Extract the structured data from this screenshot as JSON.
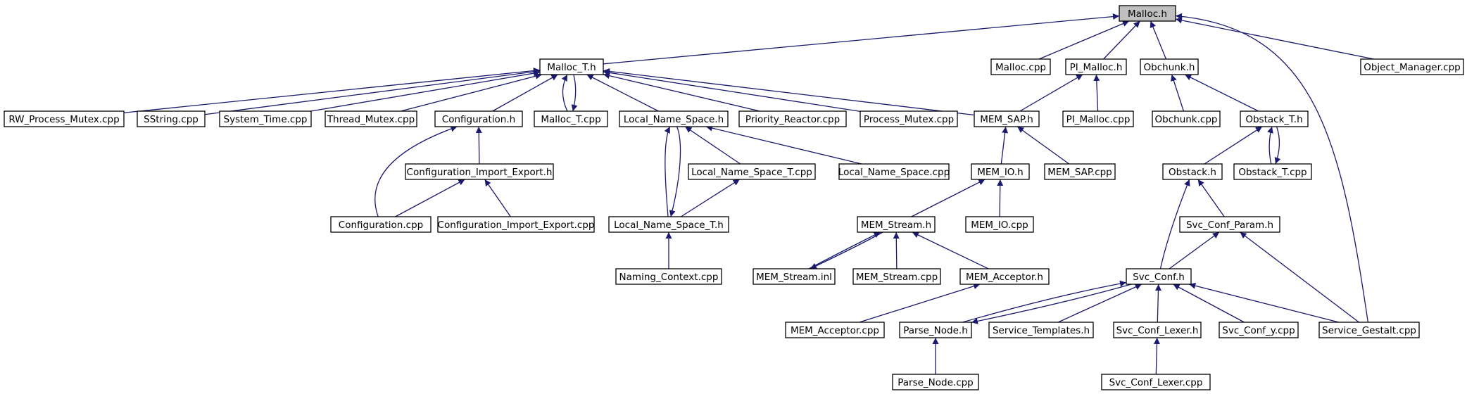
{
  "graph": {
    "edge_color": "#191970",
    "root_fill": "#bfbfbf",
    "nodes": [
      {
        "id": "malloc_h",
        "label": "Malloc.h",
        "root": true
      },
      {
        "id": "malloc_t_h",
        "label": "Malloc_T.h"
      },
      {
        "id": "malloc_cpp",
        "label": "Malloc.cpp"
      },
      {
        "id": "pi_malloc_h",
        "label": "PI_Malloc.h"
      },
      {
        "id": "obchunk_h",
        "label": "Obchunk.h"
      },
      {
        "id": "object_manager_cpp",
        "label": "Object_Manager.cpp"
      },
      {
        "id": "rw_process_mutex_cpp",
        "label": "RW_Process_Mutex.cpp"
      },
      {
        "id": "sstring_cpp",
        "label": "SString.cpp"
      },
      {
        "id": "system_time_cpp",
        "label": "System_Time.cpp"
      },
      {
        "id": "thread_mutex_cpp",
        "label": "Thread_Mutex.cpp"
      },
      {
        "id": "configuration_h",
        "label": "Configuration.h"
      },
      {
        "id": "malloc_t_cpp",
        "label": "Malloc_T.cpp"
      },
      {
        "id": "local_name_space_h",
        "label": "Local_Name_Space.h"
      },
      {
        "id": "priority_reactor_cpp",
        "label": "Priority_Reactor.cpp"
      },
      {
        "id": "process_mutex_cpp",
        "label": "Process_Mutex.cpp"
      },
      {
        "id": "mem_sap_h",
        "label": "MEM_SAP.h"
      },
      {
        "id": "pi_malloc_cpp",
        "label": "PI_Malloc.cpp"
      },
      {
        "id": "obchunk_cpp",
        "label": "Obchunk.cpp"
      },
      {
        "id": "obstack_t_h",
        "label": "Obstack_T.h"
      },
      {
        "id": "configuration_import_export_h",
        "label": "Configuration_Import_Export.h"
      },
      {
        "id": "local_name_space_t_cpp",
        "label": "Local_Name_Space_T.cpp"
      },
      {
        "id": "local_name_space_cpp",
        "label": "Local_Name_Space.cpp"
      },
      {
        "id": "mem_io_h",
        "label": "MEM_IO.h"
      },
      {
        "id": "mem_sap_cpp",
        "label": "MEM_SAP.cpp"
      },
      {
        "id": "obstack_h",
        "label": "Obstack.h"
      },
      {
        "id": "obstack_t_cpp",
        "label": "Obstack_T.cpp"
      },
      {
        "id": "configuration_cpp",
        "label": "Configuration.cpp"
      },
      {
        "id": "configuration_import_export_cpp",
        "label": "Configuration_Import_Export.cpp"
      },
      {
        "id": "local_name_space_t_h",
        "label": "Local_Name_Space_T.h"
      },
      {
        "id": "mem_stream_h",
        "label": "MEM_Stream.h"
      },
      {
        "id": "mem_io_cpp",
        "label": "MEM_IO.cpp"
      },
      {
        "id": "svc_conf_param_h",
        "label": "Svc_Conf_Param.h"
      },
      {
        "id": "naming_context_cpp",
        "label": "Naming_Context.cpp"
      },
      {
        "id": "mem_stream_inl",
        "label": "MEM_Stream.inl"
      },
      {
        "id": "mem_stream_cpp",
        "label": "MEM_Stream.cpp"
      },
      {
        "id": "mem_acceptor_h",
        "label": "MEM_Acceptor.h"
      },
      {
        "id": "svc_conf_h",
        "label": "Svc_Conf.h"
      },
      {
        "id": "mem_acceptor_cpp",
        "label": "MEM_Acceptor.cpp"
      },
      {
        "id": "parse_node_h",
        "label": "Parse_Node.h"
      },
      {
        "id": "service_templates_h",
        "label": "Service_Templates.h"
      },
      {
        "id": "svc_conf_lexer_h",
        "label": "Svc_Conf_Lexer.h"
      },
      {
        "id": "svc_conf_y_cpp",
        "label": "Svc_Conf_y.cpp"
      },
      {
        "id": "service_gestalt_cpp",
        "label": "Service_Gestalt.cpp"
      },
      {
        "id": "parse_node_cpp",
        "label": "Parse_Node.cpp"
      },
      {
        "id": "svc_conf_lexer_cpp",
        "label": "Svc_Conf_Lexer.cpp"
      }
    ],
    "edges": [
      {
        "from": "malloc_t_h",
        "to": "malloc_h"
      },
      {
        "from": "malloc_cpp",
        "to": "malloc_h"
      },
      {
        "from": "pi_malloc_h",
        "to": "malloc_h"
      },
      {
        "from": "obchunk_h",
        "to": "malloc_h"
      },
      {
        "from": "object_manager_cpp",
        "to": "malloc_h"
      },
      {
        "from": "service_gestalt_cpp",
        "to": "malloc_h"
      },
      {
        "from": "rw_process_mutex_cpp",
        "to": "malloc_t_h"
      },
      {
        "from": "sstring_cpp",
        "to": "malloc_t_h"
      },
      {
        "from": "system_time_cpp",
        "to": "malloc_t_h"
      },
      {
        "from": "thread_mutex_cpp",
        "to": "malloc_t_h"
      },
      {
        "from": "configuration_h",
        "to": "malloc_t_h"
      },
      {
        "from": "malloc_t_cpp",
        "to": "malloc_t_h"
      },
      {
        "from": "malloc_t_h",
        "to": "malloc_t_cpp"
      },
      {
        "from": "local_name_space_h",
        "to": "malloc_t_h"
      },
      {
        "from": "priority_reactor_cpp",
        "to": "malloc_t_h"
      },
      {
        "from": "process_mutex_cpp",
        "to": "malloc_t_h"
      },
      {
        "from": "mem_sap_h",
        "to": "malloc_t_h"
      },
      {
        "from": "mem_sap_h",
        "to": "pi_malloc_h"
      },
      {
        "from": "pi_malloc_cpp",
        "to": "pi_malloc_h"
      },
      {
        "from": "obchunk_cpp",
        "to": "obchunk_h"
      },
      {
        "from": "obstack_t_h",
        "to": "obchunk_h"
      },
      {
        "from": "configuration_cpp",
        "to": "configuration_h"
      },
      {
        "from": "configuration_import_export_h",
        "to": "configuration_h"
      },
      {
        "from": "configuration_cpp",
        "to": "configuration_import_export_h"
      },
      {
        "from": "configuration_import_export_cpp",
        "to": "configuration_import_export_h"
      },
      {
        "from": "local_name_space_t_h",
        "to": "local_name_space_h"
      },
      {
        "from": "local_name_space_h",
        "to": "local_name_space_t_h"
      },
      {
        "from": "local_name_space_t_cpp",
        "to": "local_name_space_h"
      },
      {
        "from": "local_name_space_cpp",
        "to": "local_name_space_h"
      },
      {
        "from": "local_name_space_t_h",
        "to": "local_name_space_t_cpp"
      },
      {
        "from": "naming_context_cpp",
        "to": "local_name_space_t_h"
      },
      {
        "from": "mem_io_h",
        "to": "mem_sap_h"
      },
      {
        "from": "mem_sap_cpp",
        "to": "mem_sap_h"
      },
      {
        "from": "mem_stream_h",
        "to": "mem_io_h"
      },
      {
        "from": "mem_io_cpp",
        "to": "mem_io_h"
      },
      {
        "from": "mem_stream_inl",
        "to": "mem_stream_h"
      },
      {
        "from": "mem_stream_h",
        "to": "mem_stream_inl"
      },
      {
        "from": "mem_stream_cpp",
        "to": "mem_stream_h"
      },
      {
        "from": "mem_acceptor_h",
        "to": "mem_stream_h"
      },
      {
        "from": "mem_acceptor_cpp",
        "to": "mem_acceptor_h"
      },
      {
        "from": "obstack_h",
        "to": "obstack_t_h"
      },
      {
        "from": "obstack_t_cpp",
        "to": "obstack_t_h"
      },
      {
        "from": "obstack_t_h",
        "to": "obstack_t_cpp"
      },
      {
        "from": "svc_conf_param_h",
        "to": "obstack_h"
      },
      {
        "from": "svc_conf_h",
        "to": "obstack_h"
      },
      {
        "from": "svc_conf_h",
        "to": "svc_conf_param_h"
      },
      {
        "from": "service_gestalt_cpp",
        "to": "svc_conf_param_h"
      },
      {
        "from": "parse_node_h",
        "to": "svc_conf_h"
      },
      {
        "from": "svc_conf_h",
        "to": "parse_node_h"
      },
      {
        "from": "service_templates_h",
        "to": "svc_conf_h"
      },
      {
        "from": "svc_conf_lexer_h",
        "to": "svc_conf_h"
      },
      {
        "from": "svc_conf_y_cpp",
        "to": "svc_conf_h"
      },
      {
        "from": "service_gestalt_cpp",
        "to": "svc_conf_h"
      },
      {
        "from": "parse_node_cpp",
        "to": "parse_node_h"
      },
      {
        "from": "svc_conf_lexer_cpp",
        "to": "svc_conf_lexer_h"
      }
    ]
  }
}
